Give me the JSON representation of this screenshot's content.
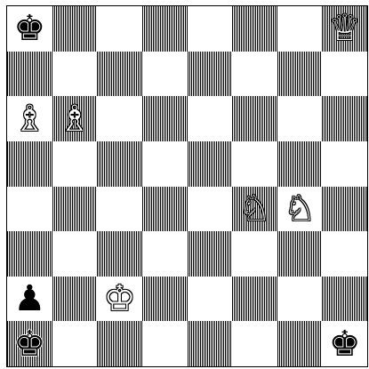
{
  "board": {
    "orientation": "white-bottom",
    "files": [
      "a",
      "b",
      "c",
      "d",
      "e",
      "f",
      "g",
      "h"
    ],
    "ranks": [
      8,
      7,
      6,
      5,
      4,
      3,
      2,
      1
    ],
    "pieces": [
      {
        "square": "a8",
        "piece": "king",
        "color": "black"
      },
      {
        "square": "h8",
        "piece": "queen",
        "color": "white"
      },
      {
        "square": "a6",
        "piece": "bishop",
        "color": "white"
      },
      {
        "square": "b6",
        "piece": "bishop",
        "color": "white"
      },
      {
        "square": "f4",
        "piece": "knight",
        "color": "white"
      },
      {
        "square": "g4",
        "piece": "knight",
        "color": "white"
      },
      {
        "square": "a2",
        "piece": "pawn",
        "color": "black"
      },
      {
        "square": "c2",
        "piece": "king",
        "color": "white"
      },
      {
        "square": "a1",
        "piece": "king",
        "color": "black"
      },
      {
        "square": "h1",
        "piece": "king",
        "color": "black"
      }
    ]
  }
}
